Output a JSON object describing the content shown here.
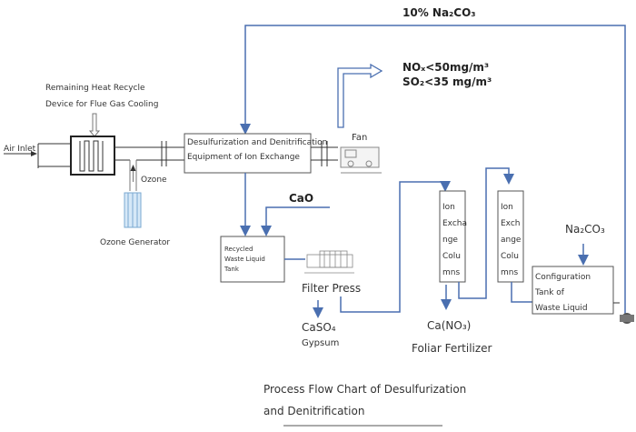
{
  "top_reagent": "10% Na₂CO₃",
  "emission": {
    "nox": "NOₓ<50mg/m³",
    "so2": "SO₂<35 mg/m³"
  },
  "heat_recycle": {
    "line1": "Remaining Heat Recycle",
    "line2": "Device for Flue Gas Cooling"
  },
  "air_inlet": "Air Inlet",
  "ozone": "Ozone",
  "ozone_generator": "Ozone Generator",
  "equipment": {
    "line1": "Desulfurization and Denitrification",
    "line2": "Equipment of Ion Exchange"
  },
  "fan": "Fan",
  "cao": "CaO",
  "recycled_tank": {
    "line1": "Recycled",
    "line2": "Waste Liquid",
    "line3": "Tank"
  },
  "filter_press": "Filter Press",
  "caso4": "CaSO₄",
  "gypsum": "Gypsum",
  "column1": [
    "Ion",
    "Excha",
    "nge",
    "Colu",
    "mns"
  ],
  "column2": [
    "Ion",
    "Exch",
    "ange",
    "Colu",
    "mns"
  ],
  "cano3": "Ca(NO₃)",
  "foliar": "Foliar Fertilizer",
  "na2co3": "Na₂CO₃",
  "config_tank": {
    "line1": "Configuration",
    "line2": "Tank of",
    "line3": "Waste Liquid"
  },
  "caption": {
    "line1": "Process Flow Chart of Desulfurization",
    "line2": "and Denitrification"
  },
  "colors": {
    "flow": "#4a6fb0",
    "equipment": "#333333"
  }
}
